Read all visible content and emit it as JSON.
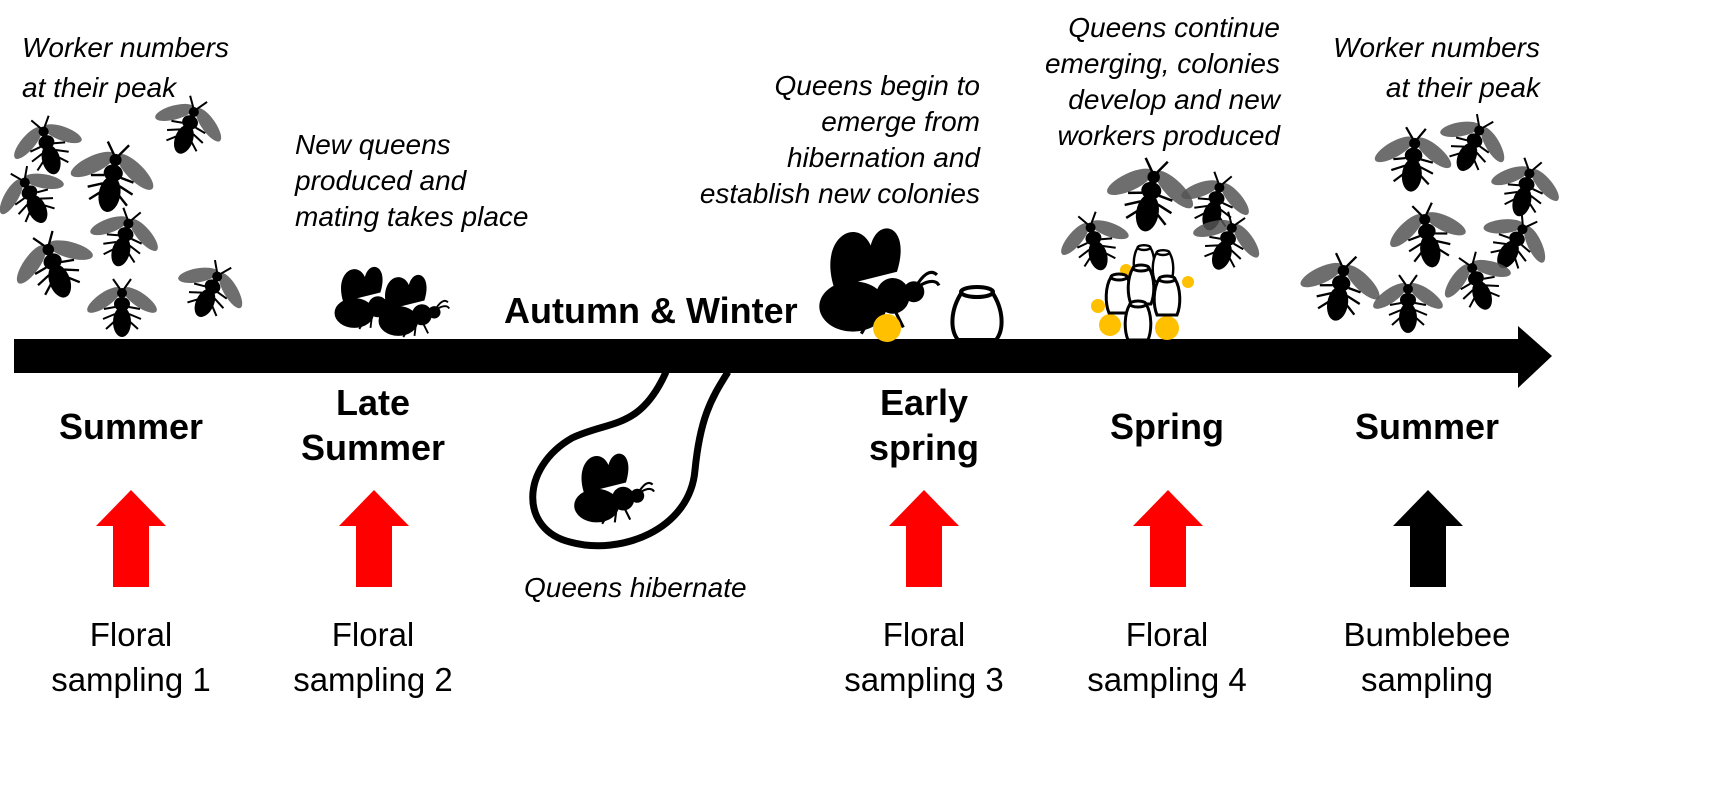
{
  "colors": {
    "background": "#ffffff",
    "timeline": "#000000",
    "bee": "#000000",
    "wing": "#555555",
    "pollen": "#ffc000",
    "arrow_red": "#ff0000",
    "arrow_black": "#000000"
  },
  "annotations": {
    "worker_peak_left": [
      "Worker numbers",
      "at their peak"
    ],
    "new_queens": [
      "New queens",
      "produced and",
      "mating takes place"
    ],
    "queens_emerge": [
      "Queens begin to",
      "emerge from",
      "hibernation and",
      "establish new colonies"
    ],
    "queens_continue": [
      "Queens continue",
      "emerging, colonies",
      "develop and new",
      "workers produced"
    ],
    "worker_peak_right": [
      "Worker numbers",
      "at their peak"
    ],
    "hibernate": "Queens hibernate",
    "autumn_winter": "Autumn & Winter"
  },
  "stages": [
    {
      "season": [
        "Summer"
      ],
      "sampling": [
        "Floral",
        "sampling 1"
      ],
      "arrow_color": "red"
    },
    {
      "season": [
        "Late",
        "Summer"
      ],
      "sampling": [
        "Floral",
        "sampling 2"
      ],
      "arrow_color": "red"
    },
    {
      "season": [
        "Early",
        "spring"
      ],
      "sampling": [
        "Floral",
        "sampling 3"
      ],
      "arrow_color": "red"
    },
    {
      "season": [
        "Spring"
      ],
      "sampling": [
        "Floral",
        "sampling 4"
      ],
      "arrow_color": "red"
    },
    {
      "season": [
        "Summer"
      ],
      "sampling": [
        "Bumblebee",
        "sampling"
      ],
      "arrow_color": "black"
    }
  ],
  "icons": [
    "worker-bee-icon",
    "mating-queens-icon",
    "hibernating-queen-icon",
    "queen-bee-icon",
    "wax-pot-icon",
    "brood-cells-icon",
    "pollen-icon",
    "up-arrow-icon"
  ]
}
